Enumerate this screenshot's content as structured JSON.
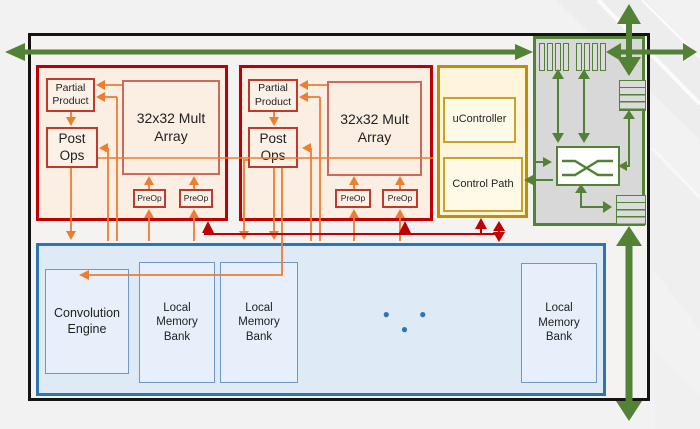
{
  "colors": {
    "accent_red": "#C00000",
    "accent_orange": "#ED7D31",
    "accent_green": "#538135",
    "accent_gold": "#BF9000",
    "accent_blue": "#2E75B6"
  },
  "clusters": [
    {
      "partial_product": "Partial Product",
      "post_ops": "Post Ops",
      "mult_array": "32x32 Mult Array",
      "preops": [
        "PreOp",
        "PreOp"
      ]
    },
    {
      "partial_product": "Partial Product",
      "post_ops": "Post Ops",
      "mult_array": "32x32 Mult Array",
      "preops": [
        "PreOp",
        "PreOp"
      ]
    }
  ],
  "control_block": {
    "ucontroller": "uController",
    "control_path": "Control Path"
  },
  "interconnect_block": {
    "register_bank_icon": "register-bank",
    "crossbar_icon": "crossbar-switch",
    "fifo_icon": "fifo-buffer"
  },
  "memory_block": {
    "convolution_engine": "Convolution Engine",
    "banks": [
      "Local Memory Bank",
      "Local Memory Bank",
      "Local Memory Bank"
    ],
    "ellipsis": "● ● ●"
  }
}
